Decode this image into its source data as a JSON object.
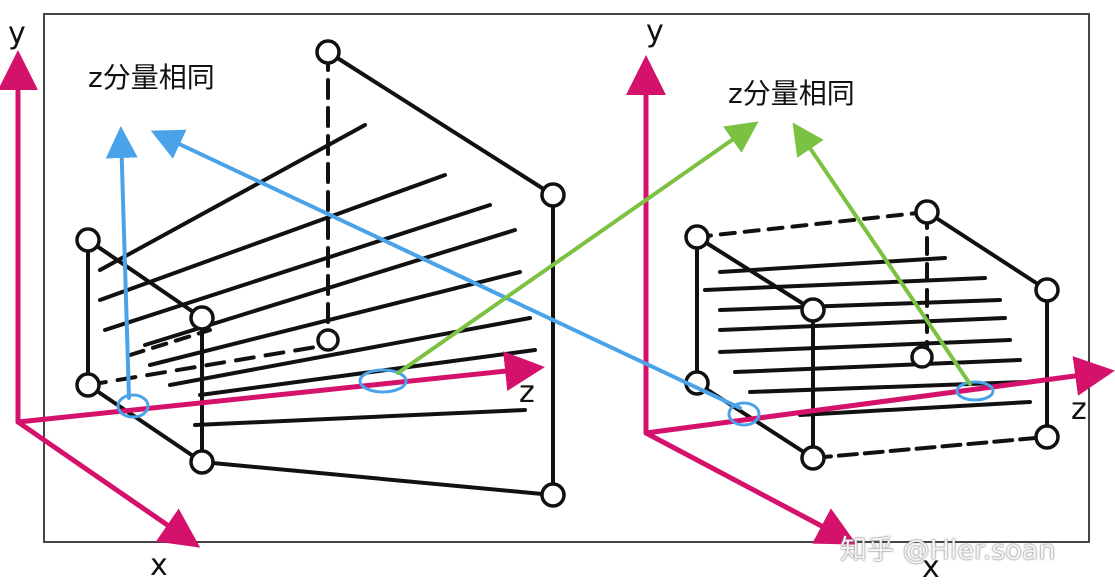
{
  "labels": {
    "left_y": "y",
    "left_x": "x",
    "left_z": "z",
    "left_caption": "z分量相同",
    "right_y": "y",
    "right_x": "x",
    "right_z": "z",
    "right_caption": "z分量相同"
  },
  "watermark": "知乎 @Hler.soan",
  "colors": {
    "axis": "#d4126c",
    "blue_arrow": "#4aa3e8",
    "green_arrow": "#7cc242",
    "sketch": "#111111",
    "border": "#444444"
  }
}
